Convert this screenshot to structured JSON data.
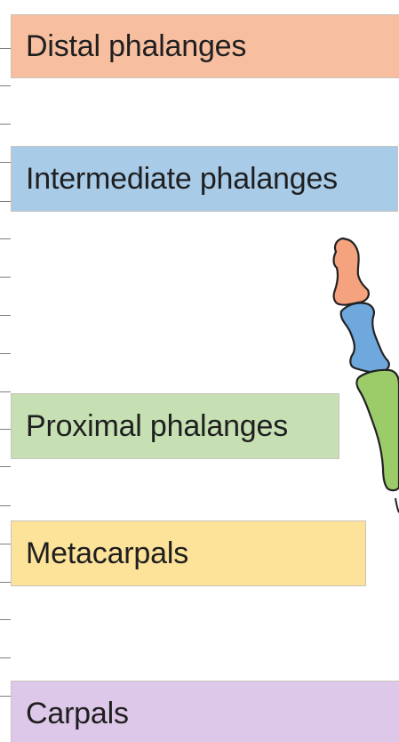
{
  "labels": {
    "distal_phalanges": "Distal phalanges",
    "intermediate_phalanges": "Intermediate phalanges",
    "proximal_phalanges": "Proximal phalanges",
    "metacarpals": "Metacarpals",
    "carpals": "Carpals"
  },
  "colors": {
    "distal": "#f7bfa0",
    "intermediate": "#a8cbe8",
    "proximal": "#c6e0b4",
    "metacarpals": "#fde29a",
    "carpals": "#dec8e9",
    "bone_distal": "#f5a27f",
    "bone_intermediate": "#6fa8dc",
    "bone_proximal": "#9ccc6a",
    "outline": "#222222"
  }
}
